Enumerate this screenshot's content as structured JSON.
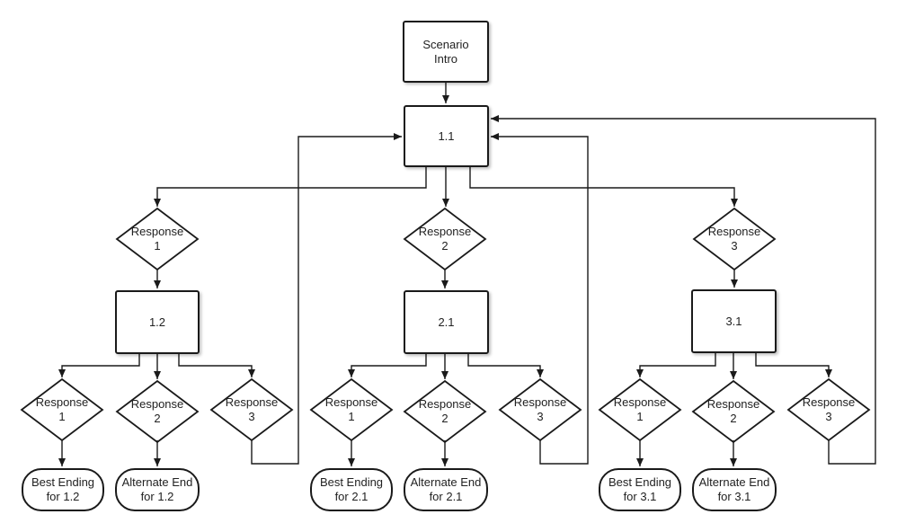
{
  "diagram": {
    "intro": "Scenario\nIntro",
    "root": "1.1",
    "level1": [
      {
        "response": "Response\n1",
        "node": "1.2",
        "children": [
          {
            "response": "Response\n1",
            "ending": "Best Ending\nfor 1.2"
          },
          {
            "response": "Response\n2",
            "ending": "Alternate End\nfor 1.2"
          },
          {
            "response": "Response\n3"
          }
        ]
      },
      {
        "response": "Response\n2",
        "node": "2.1",
        "children": [
          {
            "response": "Response\n1",
            "ending": "Best Ending\nfor 2.1"
          },
          {
            "response": "Response\n2",
            "ending": "Alternate End\nfor 2.1"
          },
          {
            "response": "Response\n3"
          }
        ]
      },
      {
        "response": "Response\n3",
        "node": "3.1",
        "children": [
          {
            "response": "Response\n1",
            "ending": "Best Ending\nfor 3.1"
          },
          {
            "response": "Response\n2",
            "ending": "Alternate End\nfor 3.1"
          },
          {
            "response": "Response\n3"
          }
        ]
      }
    ]
  }
}
